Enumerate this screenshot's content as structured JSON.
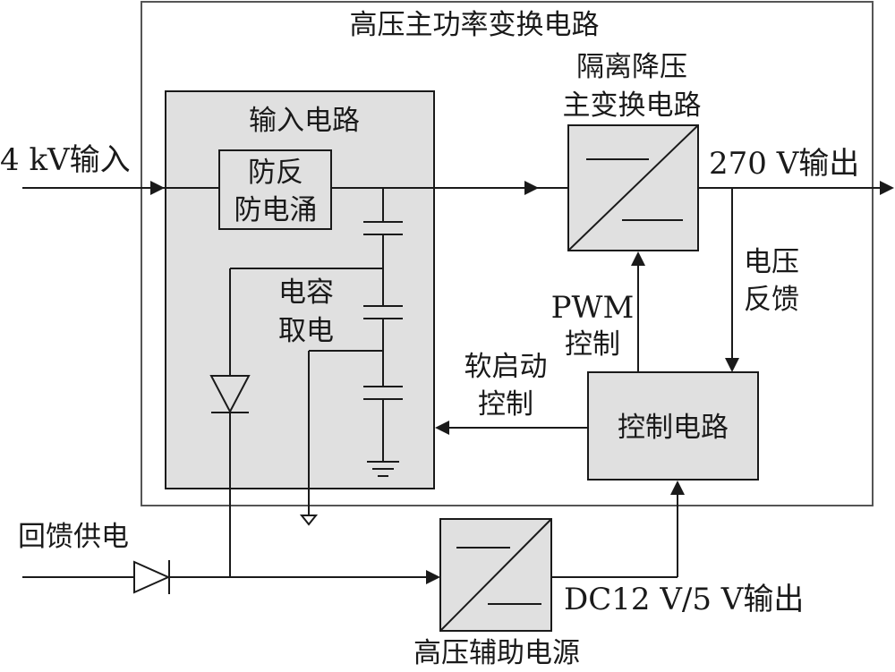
{
  "labels": {
    "main_circuit_title": "高压主功率变换电路",
    "isolated_converter_line1": "隔离降压",
    "isolated_converter_line2": "主变换电路",
    "input_circuit_title": "输入电路",
    "protection_line1": "防反",
    "protection_line2": "防电涌",
    "input_4kv": "4 kV输入",
    "output_270v": "270 V输出",
    "voltage_feedback_line1": "电压",
    "voltage_feedback_line2": "反馈",
    "pwm_line1": "PWM",
    "pwm_line2": "控制",
    "soft_start_line1": "软启动",
    "soft_start_line2": "控制",
    "capacitor_power_line1": "电容",
    "capacitor_power_line2": "取电",
    "control_circuit": "控制电路",
    "feedback_supply": "回馈供电",
    "dc_output": "DC12 V/5 V输出",
    "aux_power": "高压辅助电源"
  }
}
